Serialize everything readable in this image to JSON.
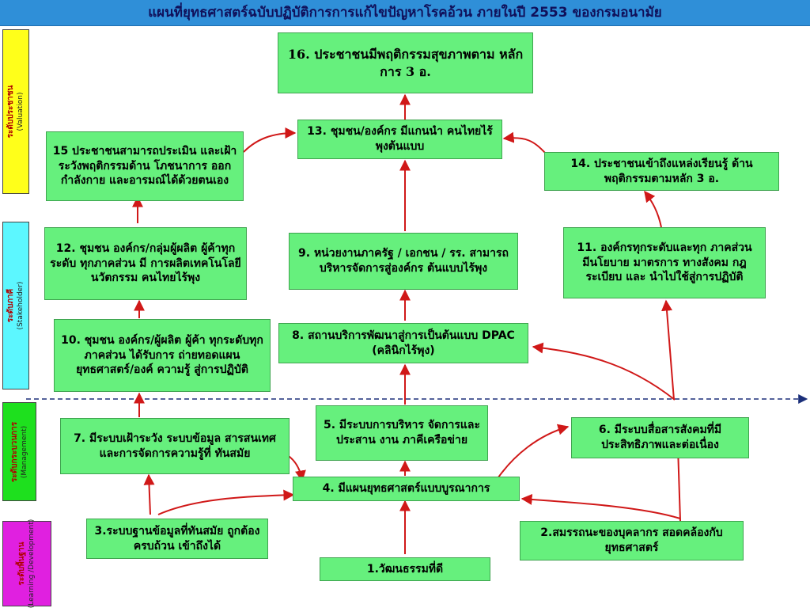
{
  "title": "แผนที่ยุทธศาสตร์ฉบับปฏิบัติการการแก้ไขปัญหาโรคอ้วน ภายในปี 2553 ของกรมอนามัย",
  "levels": [
    {
      "main": "ระดับประชาชน",
      "sub": "(Valuation)",
      "color": "#ffff1a"
    },
    {
      "main": "ระดับภาคี",
      "sub": "(Stakeholder)",
      "color": "#5cf7ff"
    },
    {
      "main": "ระดับกระบวนการ",
      "sub": "(Management)",
      "color": "#1ee01e"
    },
    {
      "main": "ระดับพื้นฐาน",
      "sub": "(Learning /Development)",
      "color": "#e020e0"
    }
  ],
  "boxes": {
    "b16": "16. ประชาชนมีพฤติกรรมสุขภาพตาม หลักการ 3 อ.",
    "b15": "15 ประชาชนสามารถประเมิน และเฝ้าระวังพฤติกรรมด้าน โภชนาการ ออกกำลังกาย และอารมณ์ได้ด้วยตนเอง",
    "b13": "13. ชุมชน/องค์กร มีแกนนำ คนไทยไร้พุงต้นแบบ",
    "b14": "14. ประชาชนเข้าถึงแหล่งเรียนรู้ ด้านพฤติกรรมตามหลัก 3 อ.",
    "b12": "12. ชุมชน องค์กร/กลุ่มผู้ผลิต ผู้ค้าทุกระดับ ทุกภาคส่วน มี การผลิตเทคโนโลยี นวัตกรรม คนไทยไร้พุง",
    "b9": "9. หน่วยงานภาครัฐ / เอกชน / รร. สามารถบริหารจัดการสู่องค์กร ต้นแบบไร้พุง",
    "b11": "11. องค์กรทุกระดับและทุก ภาคส่วน มีนโยบาย มาตรการ ทางสังคม กฎ ระเบียบ และ นำไปใช้สู่การปฏิบัติ",
    "b10": "10. ชุมชน องค์กร/ผู้ผลิต ผู้ค้า ทุกระดับทุกภาคส่วน ได้รับการ ถ่ายทอดแผนยุทธศาสตร์/องค์ ความรู้ สู่การปฏิบัติ",
    "b8": "8. สถานบริการพัฒนาสู่การเป็นต้นแบบ DPAC (คลินิกไร้พุง)",
    "b7": "7. มีระบบเฝ้าระวัง ระบบข้อมูล สารสนเทศ และการจัดการความรู้ที่ ทันสมัย",
    "b5": "5. มีระบบการบริหาร จัดการและประสาน งาน ภาคีเครือข่าย",
    "b6": "6. มีระบบสื่อสารสังคมที่มี ประสิทธิภาพและต่อเนื่อง",
    "b4": "4. มีแผนยุทธศาสตร์แบบบูรณาการ",
    "b3": "3.ระบบฐานข้อมูลที่ทันสมัย ถูกต้อง ครบถ้วน เข้าถึงได้",
    "b2": "2.สมรรถนะของบุคลากร สอดคล้องกับยุทธศาสตร์",
    "b1": "1.วัฒนธรรมที่ดี"
  },
  "colors": {
    "box": "#66f07d",
    "arrow": "#d01818",
    "title_bg": "#2f8fd8",
    "title_text": "#10105a",
    "divider": "#1b2f7a"
  }
}
